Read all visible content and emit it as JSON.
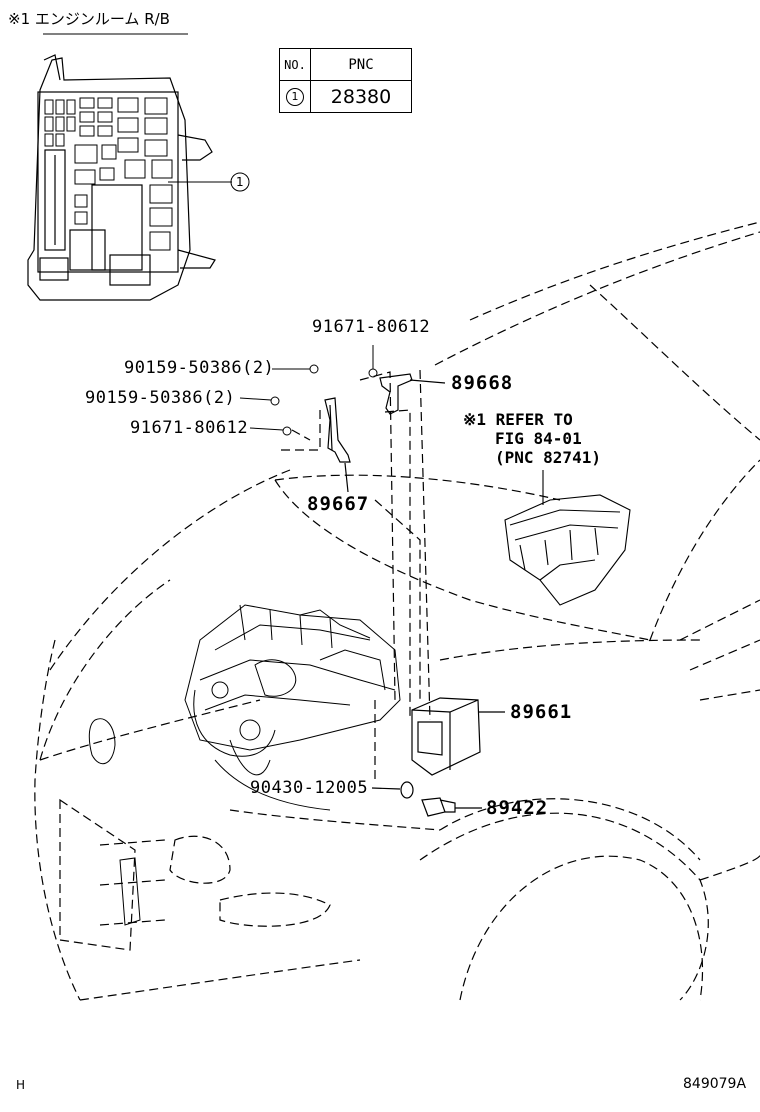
{
  "header": {
    "title": "※1 エンジンルーム R/B"
  },
  "pnc_table": {
    "col_no": "NO.",
    "col_pnc": "PNC",
    "rows": [
      {
        "no": "1",
        "pnc": "28380"
      }
    ]
  },
  "callout_rb": "1",
  "labels": {
    "p91671_top": "91671-80612",
    "p90159_a": "90159-50386(2)",
    "p90159_b": "90159-50386(2)",
    "p91671_left": "91671-80612",
    "p89668": "89668",
    "p89667": "89667",
    "p89661": "89661",
    "p90430": "90430-12005",
    "p89422": "89422"
  },
  "refer_note": {
    "line1": "※1 REFER TO",
    "line2": "FIG 84-01",
    "line3": "(PNC 82741)"
  },
  "footer": {
    "left": "H",
    "right": "849079A"
  }
}
